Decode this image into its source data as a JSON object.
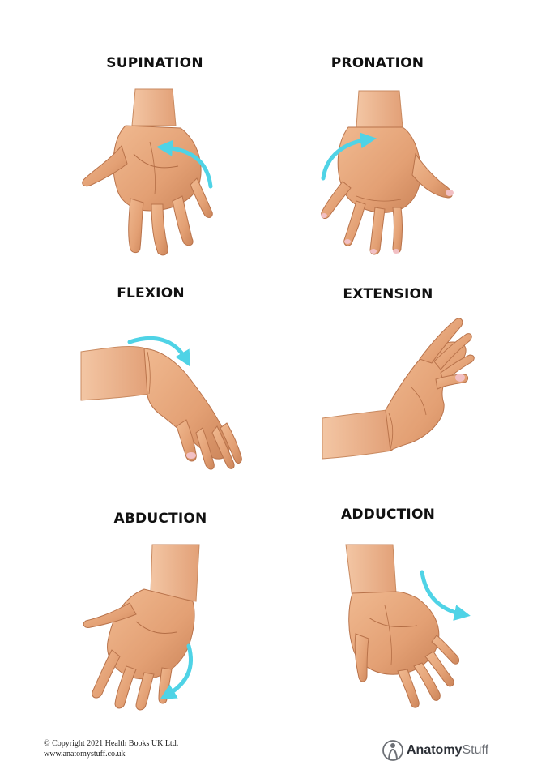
{
  "colors": {
    "skin": "#e8a57a",
    "skin_shadow": "#c97e54",
    "nail": "#f2c0c4",
    "arrow": "#4fd3e6",
    "text": "#111111"
  },
  "panels": [
    {
      "id": "supination",
      "title": "SUPINATION",
      "arrow_icon": "curved-arrow-icon"
    },
    {
      "id": "pronation",
      "title": "PRONATION",
      "arrow_icon": "curved-arrow-icon"
    },
    {
      "id": "flexion",
      "title": "FLEXION",
      "arrow_icon": "curved-arrow-icon"
    },
    {
      "id": "extension",
      "title": "EXTENSION",
      "arrow_icon": ""
    },
    {
      "id": "abduction",
      "title": "ABDUCTION",
      "arrow_icon": "curved-arrow-icon"
    },
    {
      "id": "adduction",
      "title": "ADDUCTION",
      "arrow_icon": "curved-arrow-icon"
    }
  ],
  "footer": {
    "copyright": "© Copyright 2021 Health Books UK Ltd.",
    "website": "www.anatomystuff.co.uk"
  },
  "logo": {
    "brand_part1": "Anatomy",
    "brand_part2": "Stuff",
    "icon": "anatomy-figure-icon"
  }
}
